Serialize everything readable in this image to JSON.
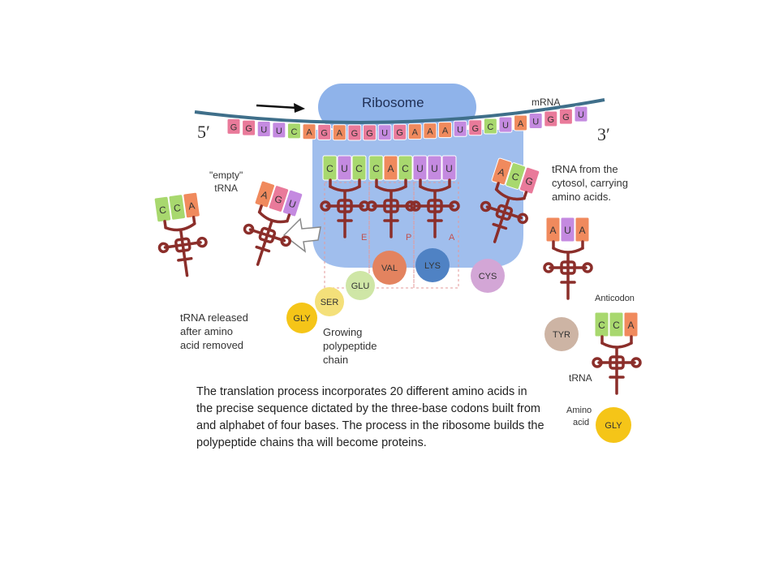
{
  "labels": {
    "ribosome": "Ribosome",
    "mrna": "mRNA",
    "five_prime": "5′",
    "three_prime": "3′",
    "empty_trna": [
      "\"empty\"",
      "tRNA"
    ],
    "trna_released": [
      "tRNA released",
      "after amino",
      "acid removed"
    ],
    "growing_chain": [
      "Growing",
      "polypeptide",
      "chain"
    ],
    "trna_from_cytosol": [
      "tRNA from the",
      "cytosol, carrying",
      "amino acids."
    ],
    "anticodon": "Anticodon",
    "trna": "tRNA",
    "amino_acid": [
      "Amino",
      "acid"
    ],
    "sites": [
      "E",
      "P",
      "A"
    ]
  },
  "mrna_sequence": [
    "G",
    "G",
    "U",
    "U",
    "C",
    "A",
    "G",
    "A",
    "G",
    "G",
    "U",
    "G",
    "A",
    "A",
    "A",
    "U",
    "G",
    "C",
    "U",
    "A",
    "U",
    "G",
    "G",
    "U"
  ],
  "trna_anticodons": {
    "released": [
      "C",
      "C",
      "A"
    ],
    "empty": [
      "A",
      "G",
      "U"
    ],
    "e_site": [
      "C",
      "U",
      "C"
    ],
    "p_site": [
      "C",
      "A",
      "C"
    ],
    "a_site": [
      "U",
      "U",
      "U"
    ],
    "incoming": [
      "A",
      "C",
      "G"
    ],
    "cytosol": [
      "A",
      "U",
      "A"
    ],
    "legend": [
      "C",
      "C",
      "A"
    ]
  },
  "amino_acids": {
    "chain": [
      "GLY",
      "SER",
      "GLU",
      "VAL",
      "LYS"
    ],
    "incoming": "CYS",
    "cytosol": "TYR",
    "legend": "GLY"
  },
  "caption": "The translation process incorporates 20 different amino acids in the precise sequence dictated by the three-base codons built from and alphabet of four bases. The process in the ribosome builds the polypeptide chains tha will become proteins.",
  "colors": {
    "ribosome": "#8fb3ea",
    "mrna_strand": "#3f6f8a",
    "trna": "#8b2e2a",
    "base_A": "#f08a5d",
    "base_C": "#a8d86e",
    "base_G": "#e97a9a",
    "base_U": "#c48ae0",
    "aa_GLY": "#f5c518",
    "aa_SER": "#f4e07a",
    "aa_GLU": "#cfe6a6",
    "aa_VAL": "#e3835f",
    "aa_LYS": "#4f82c4",
    "aa_CYS": "#d3a6d6",
    "aa_TYR": "#cdb4a4"
  }
}
